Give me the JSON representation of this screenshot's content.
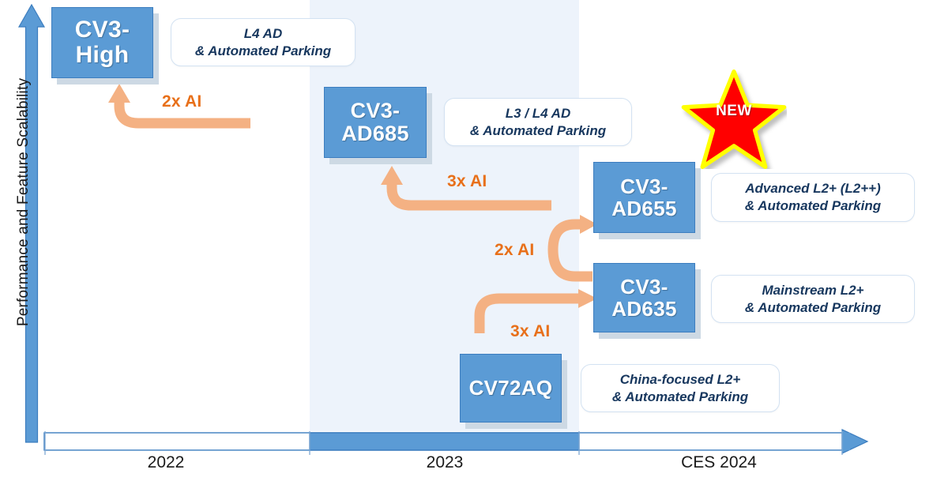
{
  "axes": {
    "y_label": "Performance and Feature Scalability",
    "x_ticks": [
      "2022",
      "2023",
      "CES 2024"
    ]
  },
  "badge": {
    "label": "NEW"
  },
  "colors": {
    "chip_fill": "#5B9BD5",
    "chip_border": "#3C7DBF",
    "arrow_orange": "#F4B183",
    "mult_text": "#E8701A",
    "pill_text": "#17375E",
    "band": "#EDF3FB",
    "axis_blue": "#4E8FCB",
    "star_fill": "#FF0000",
    "star_border": "#FFFF00"
  },
  "products": [
    {
      "id": "cv3-high",
      "line1": "CV3-",
      "line2": "High",
      "feature_line1": "L4 AD",
      "feature_line2": "& Automated Parking"
    },
    {
      "id": "cv3-ad685",
      "line1": "CV3-",
      "line2": "AD685",
      "feature_line1": "L3 / L4 AD",
      "feature_line2": "& Automated Parking"
    },
    {
      "id": "cv3-ad655",
      "line1": "CV3-",
      "line2": "AD655",
      "feature_line1": "Advanced L2+ (L2++)",
      "feature_line2": "& Automated Parking"
    },
    {
      "id": "cv3-ad635",
      "line1": "CV3-",
      "line2": "AD635",
      "feature_line1": "Mainstream L2+",
      "feature_line2": "& Automated Parking"
    },
    {
      "id": "cv72aq",
      "line1": "CV72AQ",
      "line2": "",
      "feature_line1": "China-focused L2+",
      "feature_line2": "& Automated Parking"
    }
  ],
  "multipliers": [
    {
      "id": "m-high",
      "label": "2x AI"
    },
    {
      "id": "m-685",
      "label": "3x AI"
    },
    {
      "id": "m-655",
      "label": "2x AI"
    },
    {
      "id": "m-635",
      "label": "3x AI"
    }
  ]
}
